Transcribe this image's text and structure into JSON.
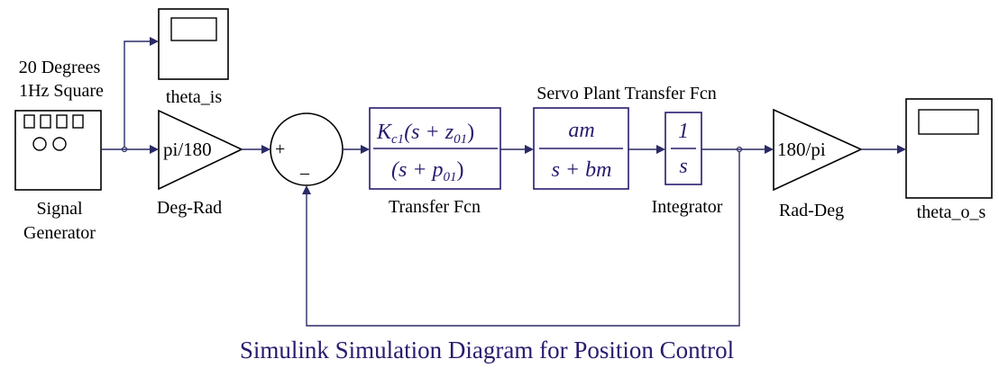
{
  "caption": "Simulink Simulation Diagram for Position Control",
  "blocks": {
    "signal_generator": {
      "name_line1": "Signal",
      "name_line2": "Generator",
      "note_line1": "20 Degrees",
      "note_line2": "1Hz Square"
    },
    "theta_is": {
      "name": "theta_is"
    },
    "deg_rad": {
      "gain": "pi/180",
      "name": "Deg-Rad"
    },
    "sum": {
      "plus": "+",
      "minus": "–"
    },
    "transfer_fcn": {
      "name": "Transfer Fcn",
      "num_K": "K",
      "num_K_sub": "c1",
      "num_open": "(s + z",
      "num_sub": "01",
      "num_close": ")",
      "den_open": "(s + p",
      "den_sub": "01",
      "den_close": ")"
    },
    "servo_plant": {
      "name": "Servo Plant Transfer Fcn",
      "numerator": "am",
      "denominator": "s + bm"
    },
    "integrator": {
      "name": "Integrator",
      "numerator": "1",
      "denominator": "s"
    },
    "rad_deg": {
      "gain": "180/pi",
      "name": "Rad-Deg"
    },
    "theta_o_s": {
      "name": "theta_o_s"
    }
  }
}
